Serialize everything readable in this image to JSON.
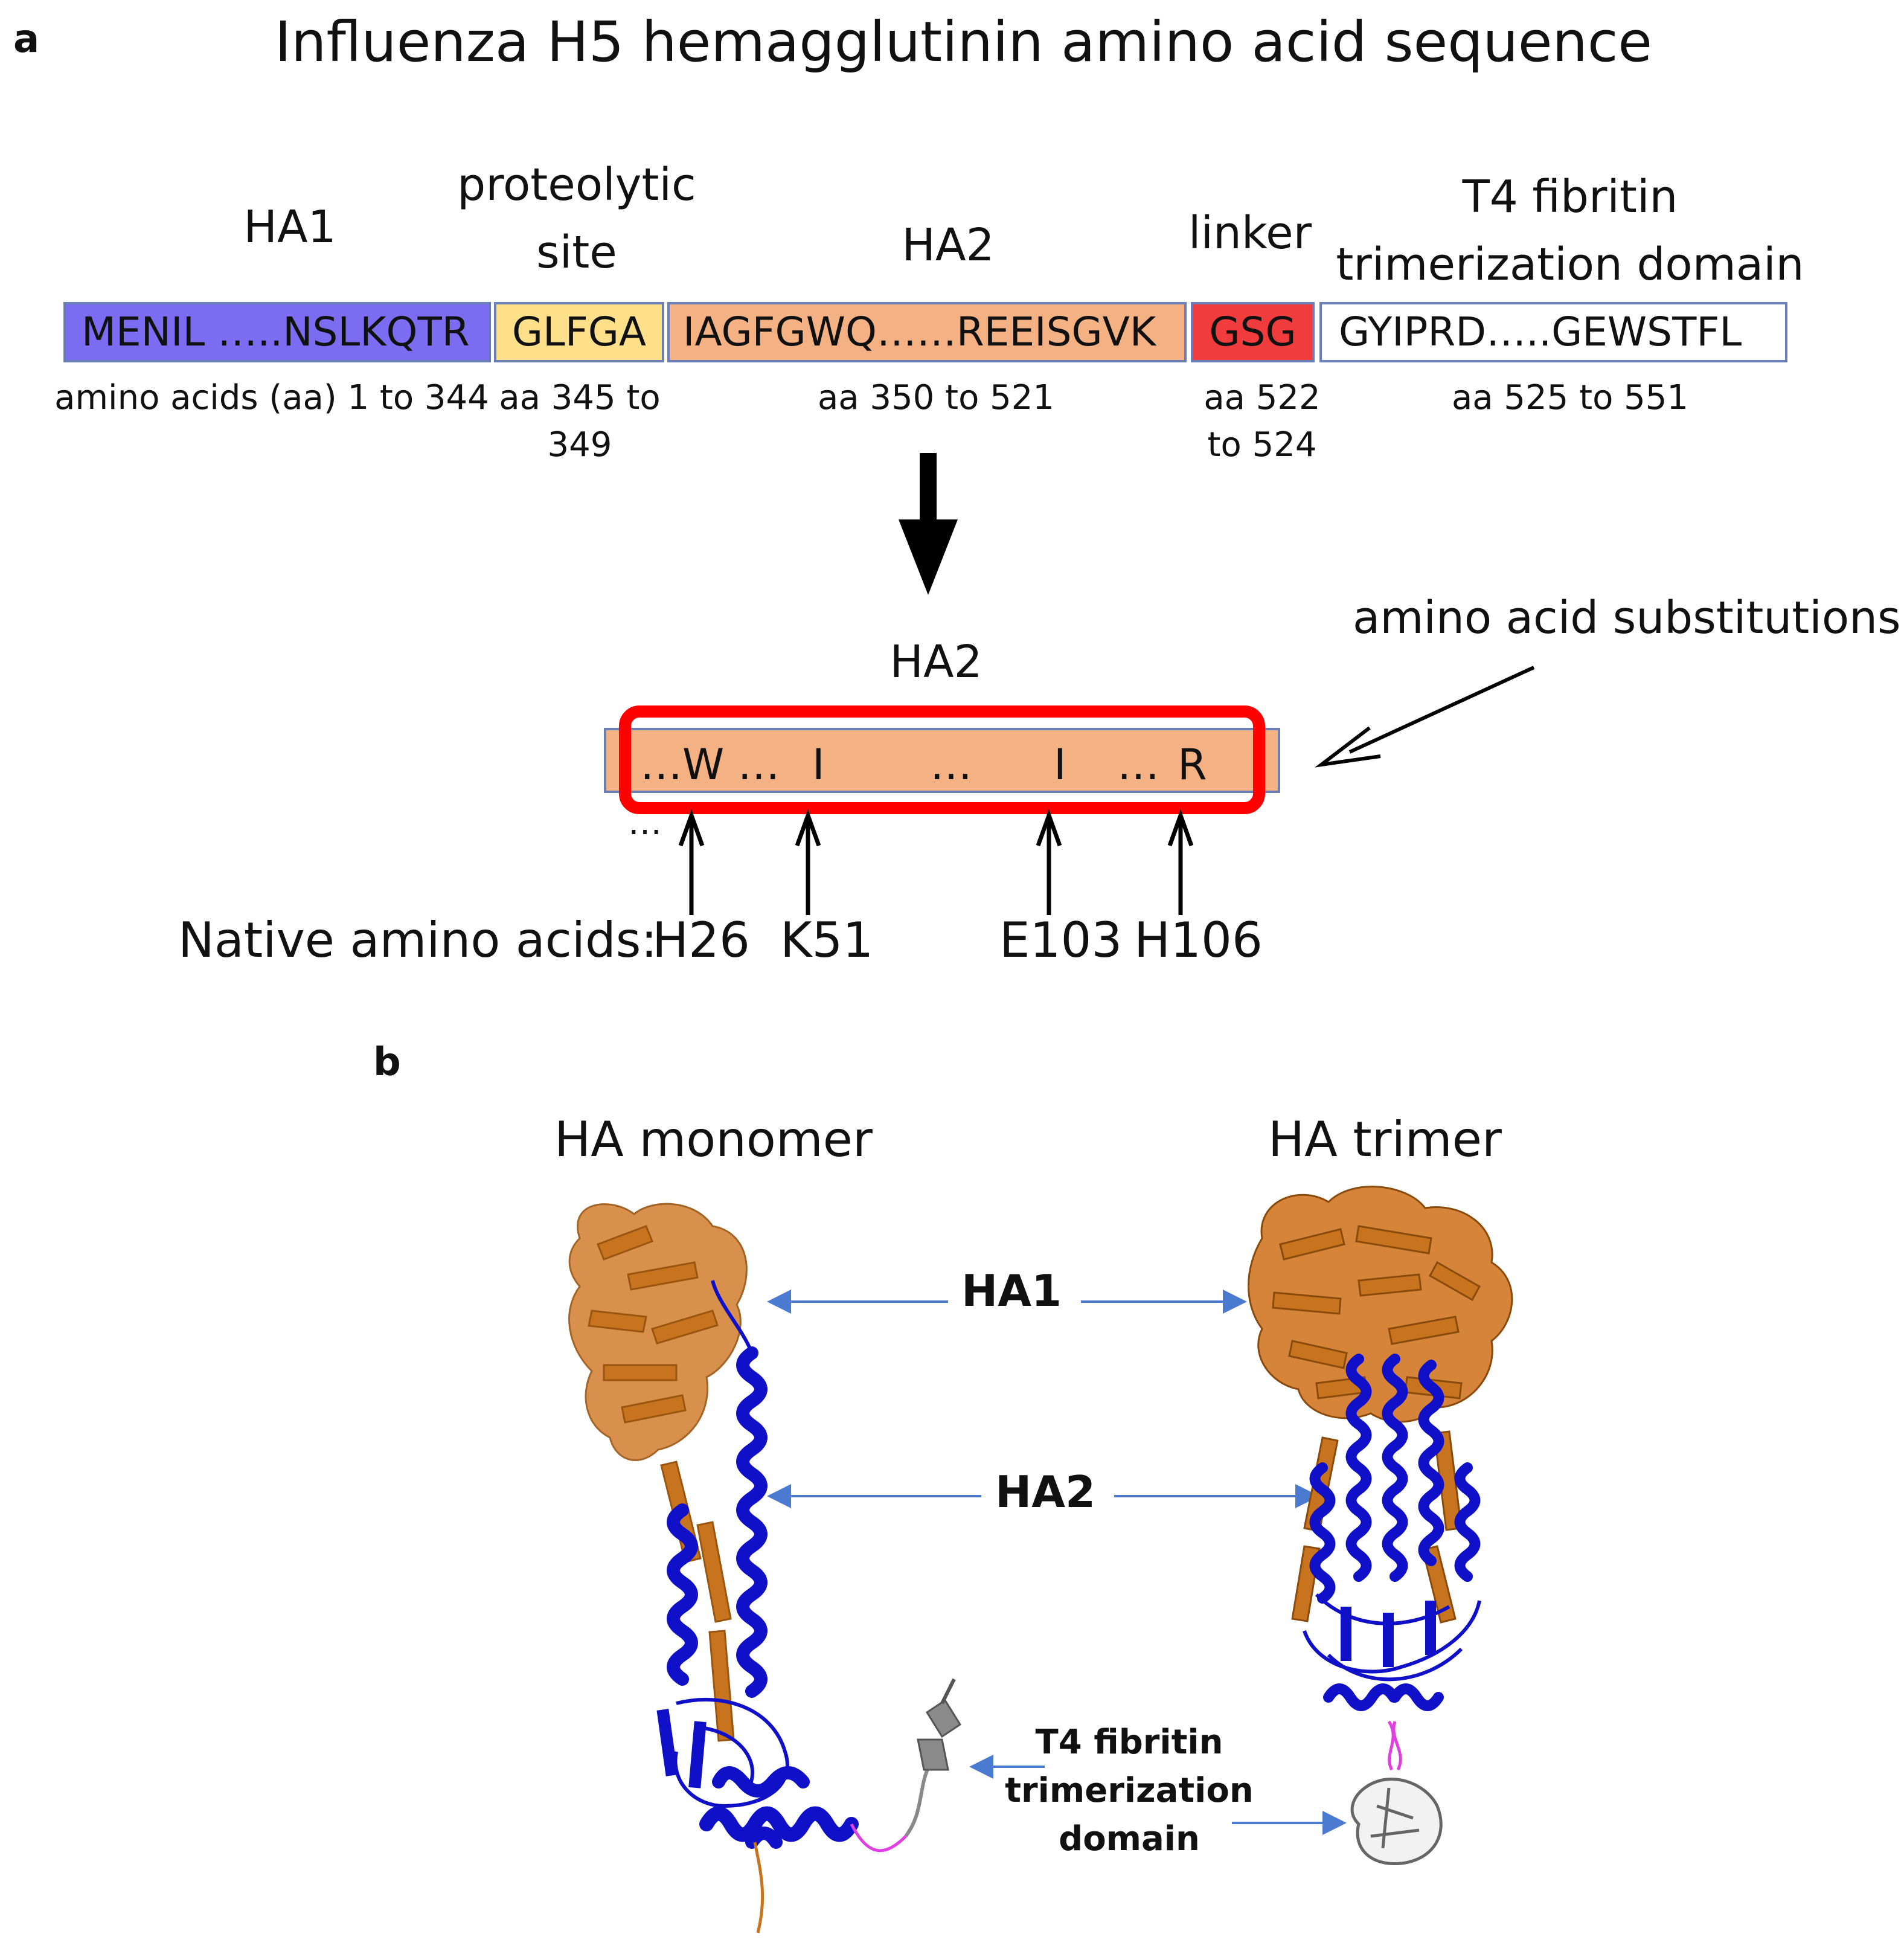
{
  "panel_a": {
    "letter": "a",
    "title": "Influenza H5 hemagglutinin amino acid sequence",
    "segments": [
      {
        "label_lines": [
          "HA1"
        ],
        "sequence": "MENIL …..NSLKQTR",
        "range_lines": [
          "amino acids (aa) 1 to 344"
        ],
        "color": "#7b6cf2"
      },
      {
        "label_lines": [
          "proteolytic",
          "site"
        ],
        "sequence": "GLFGA",
        "range_lines": [
          "aa 345 to",
          "349"
        ],
        "color": "#ffe08a"
      },
      {
        "label_lines": [
          "HA2"
        ],
        "sequence": "IAGFGWQ……REEISGVK",
        "range_lines": [
          "aa 350 to 521"
        ],
        "color": "#f4b183"
      },
      {
        "label_lines": [
          "linker"
        ],
        "sequence": "GSG",
        "range_lines": [
          "aa 522",
          "to 524"
        ],
        "color": "#f03c3c"
      },
      {
        "label_lines": [
          "T4 fibritin",
          "trimerization  domain"
        ],
        "sequence": "GYIPRD…..GEWSTFL",
        "range_lines": [
          "aa 525 to 551"
        ],
        "color": "#ffffff"
      }
    ],
    "detail": {
      "title": "HA2",
      "substitution_label": "amino acid substitutions",
      "residues": [
        "…W …",
        "I",
        "…",
        "I",
        "… ",
        "R"
      ],
      "left_ellipsis": "…",
      "native_label": "Native amino acids:",
      "native": [
        "H26",
        "K51",
        "E103",
        "H106"
      ]
    }
  },
  "panel_b": {
    "letter": "b",
    "monomer_title": "HA monomer",
    "trimer_title": "HA trimer",
    "ha1_label": "HA1",
    "ha2_label": "HA2",
    "t4_label_lines": [
      "T4 fibritin",
      "trimerization",
      "domain"
    ],
    "colors": {
      "ha1": "#c8741e",
      "ha2": "#1010c8",
      "linker": "#e040e0",
      "t4": "#8a8a8a",
      "arrow": "#4a7bd0"
    }
  }
}
